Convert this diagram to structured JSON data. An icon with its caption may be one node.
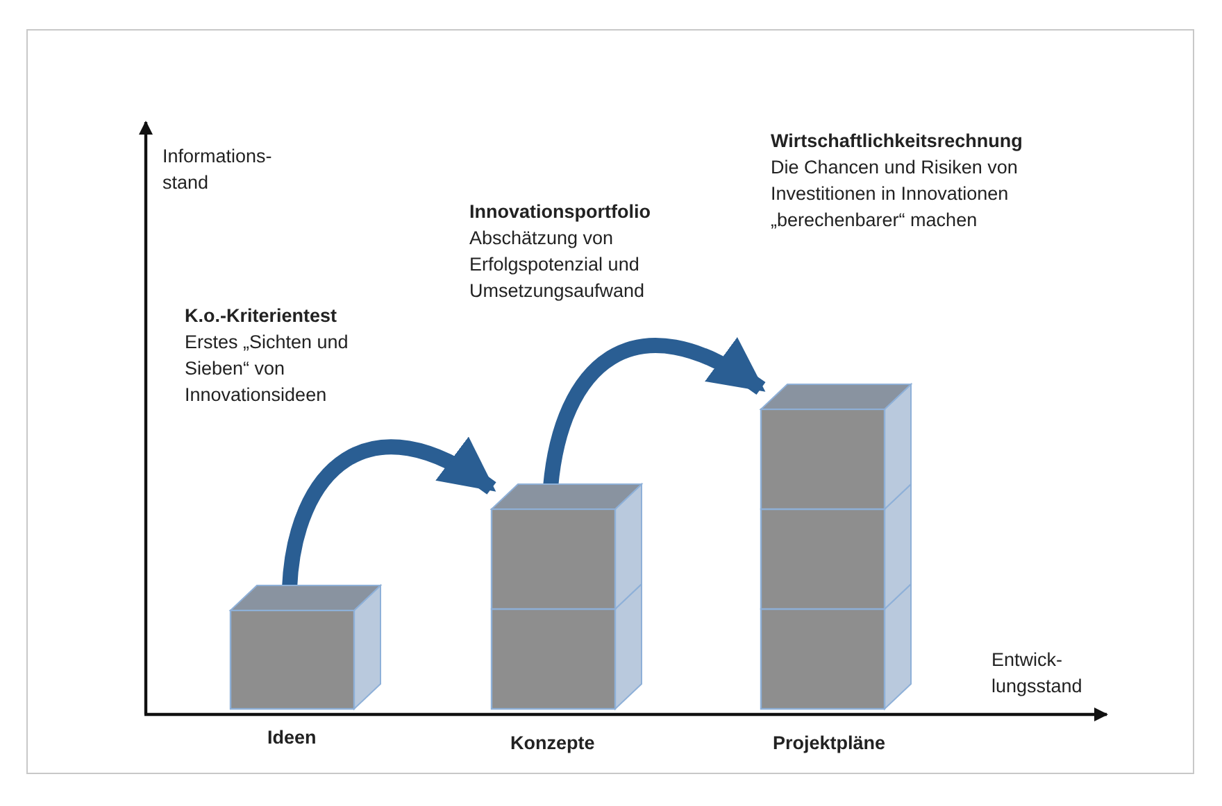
{
  "diagram": {
    "nodes": [
      {
        "text": [],
        "shape": "box",
        "beside": [
          "Ideen"
        ]
      },
      {
        "text": [],
        "shape": "box",
        "beside": [
          "Konzepte"
        ]
      },
      {
        "text": [],
        "shape": "box",
        "beside": [
          "Projektpläne"
        ]
      }
    ],
    "edges": [
      {
        "from": 0,
        "to": 1,
        "arrow": "to"
      },
      {
        "from": 1,
        "to": 2,
        "arrow": "to"
      }
    ],
    "labels": [
      "Wirtschaftlichkeitsrechnung",
      "Die Chancen und Risiken von Investitionen in Innovationen „berechenbarer“ machen",
      "Informations- stand",
      "Innovationsportfolio",
      "Abschätzung von Erfolgspotenzial und Umsetzungsaufwand",
      "K.o.-Kriterientest",
      "Erstes „Sichten und Sieben“ von Innovationsideen",
      "Entwick- lungsstand"
    ]
  }
}
